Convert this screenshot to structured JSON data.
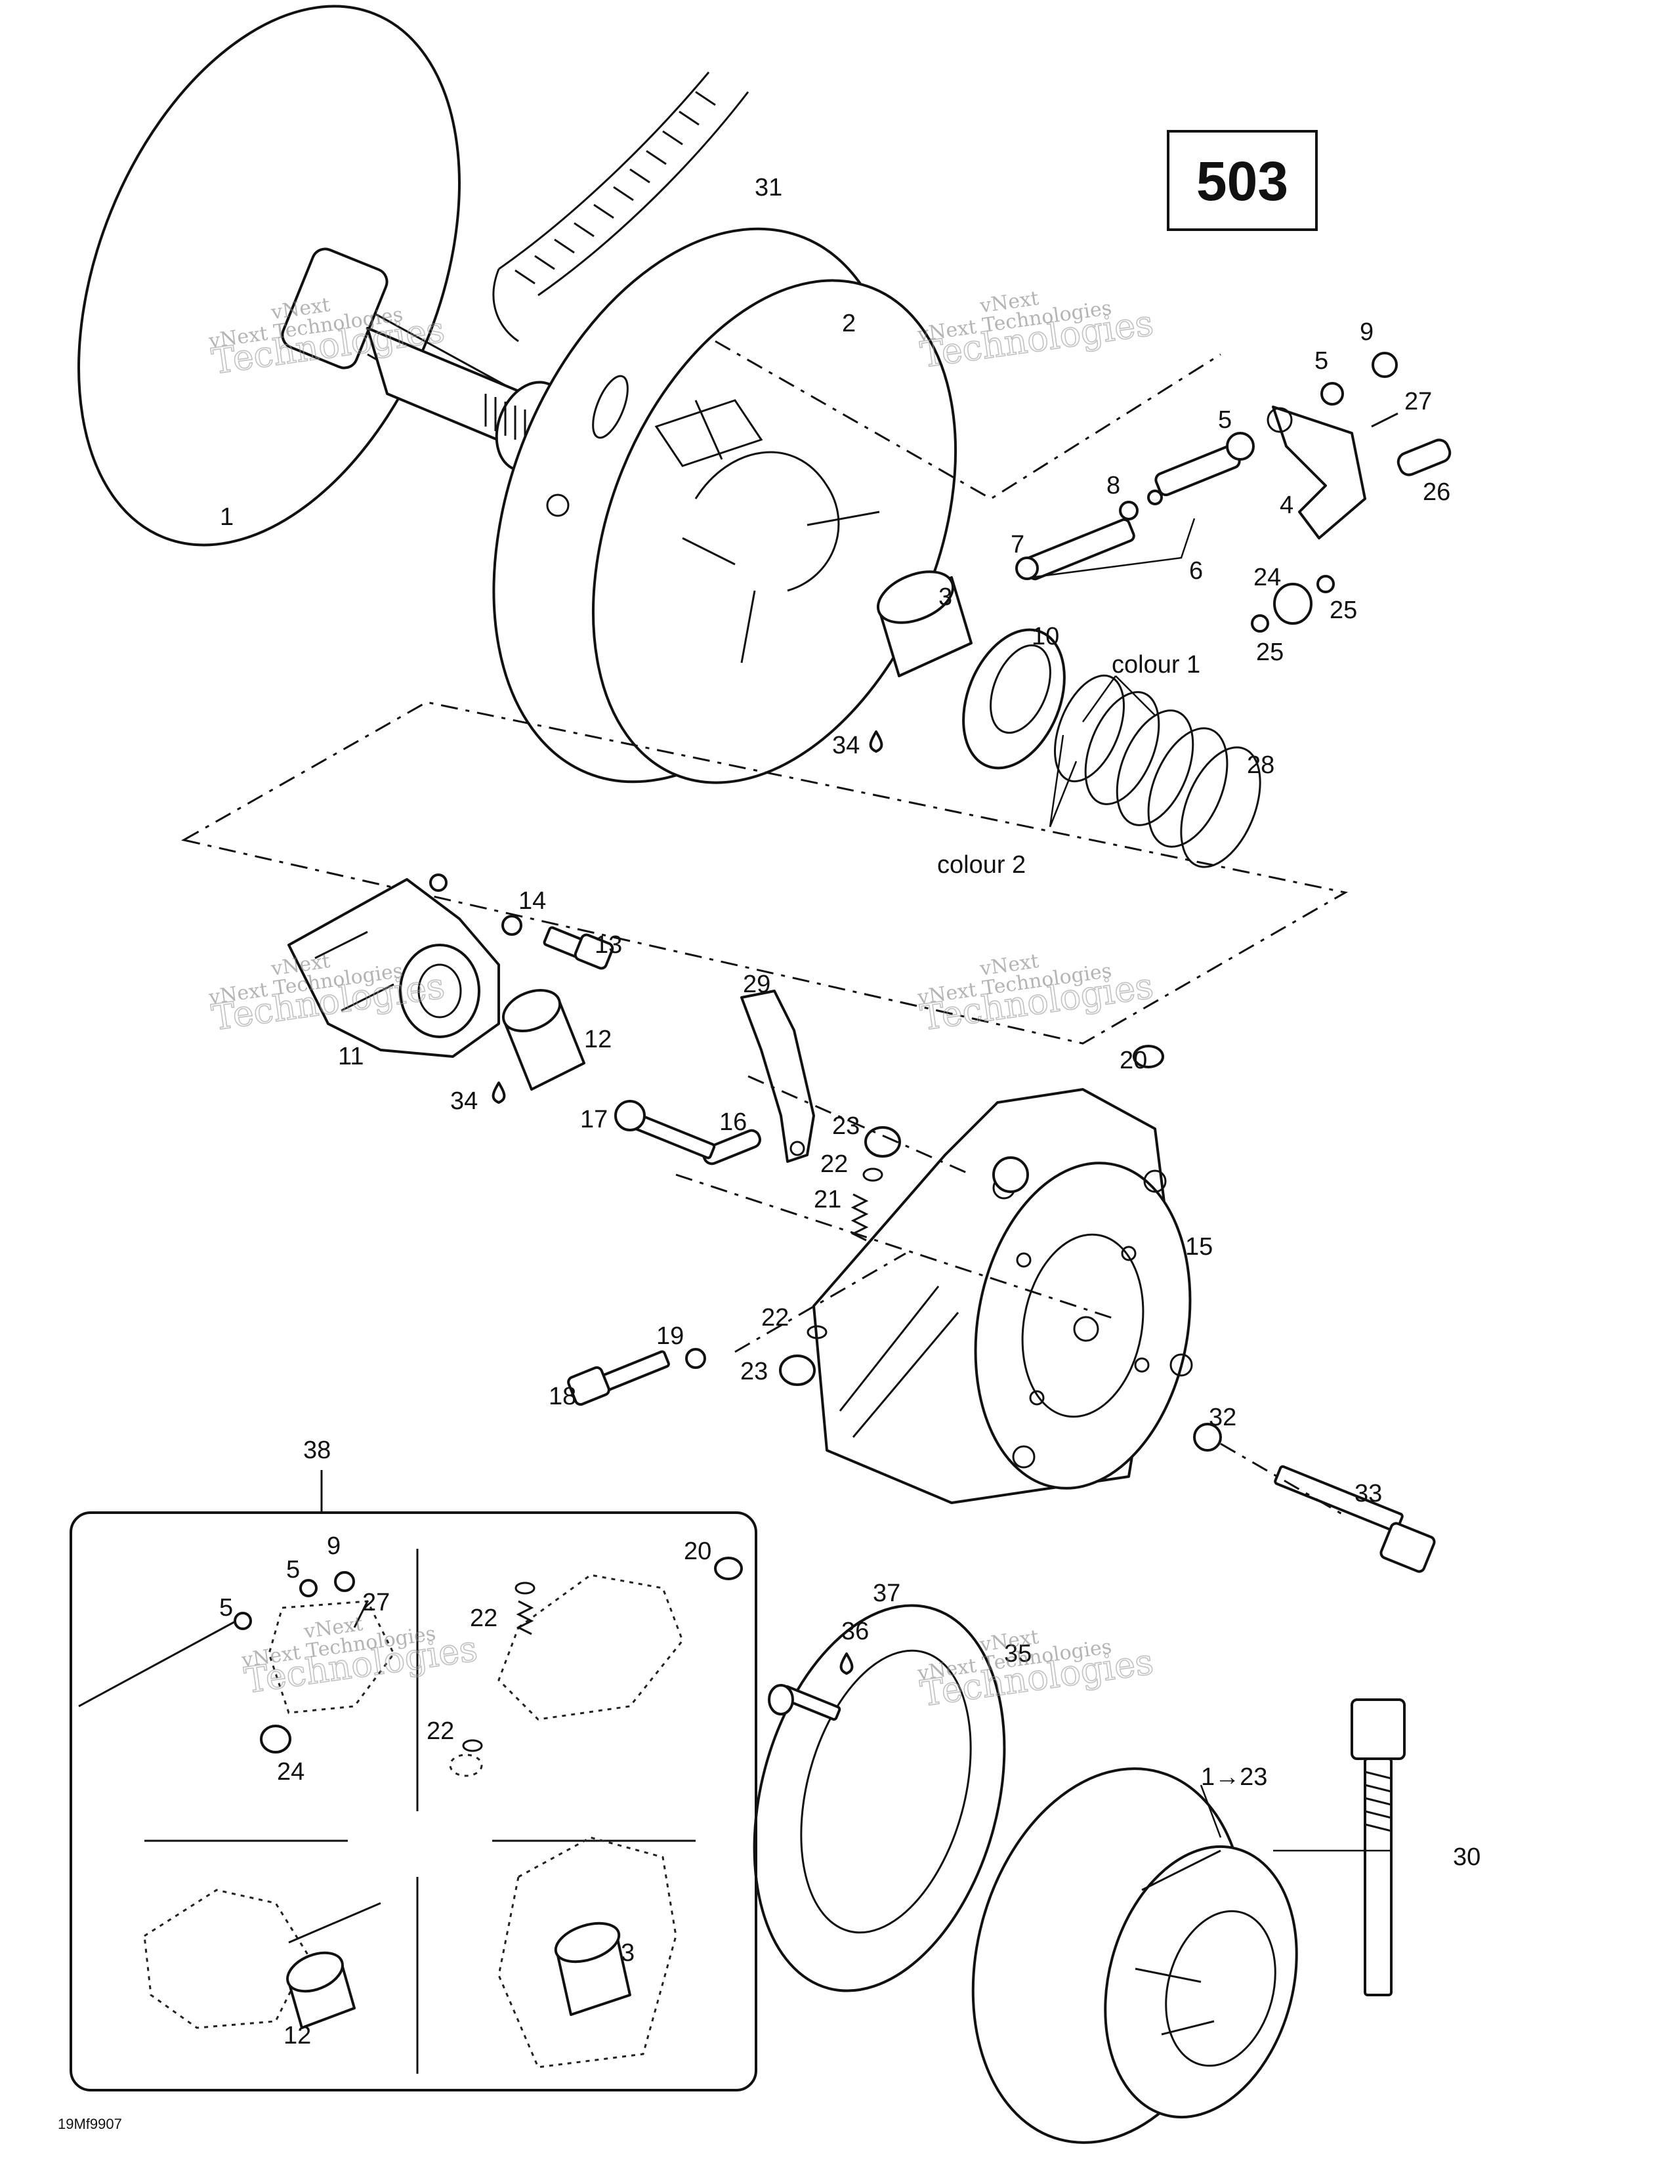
{
  "diagram_number": "503",
  "drawing_code": "19Mf9907",
  "callouts": [
    {
      "id": "c31",
      "text": "31"
    },
    {
      "id": "c1",
      "text": "1"
    },
    {
      "id": "c2",
      "text": "2"
    },
    {
      "id": "c9",
      "text": "9"
    },
    {
      "id": "c5a",
      "text": "5"
    },
    {
      "id": "c27",
      "text": "27"
    },
    {
      "id": "c5b",
      "text": "5"
    },
    {
      "id": "c8",
      "text": "8"
    },
    {
      "id": "c26",
      "text": "26"
    },
    {
      "id": "c4",
      "text": "4"
    },
    {
      "id": "c7",
      "text": "7"
    },
    {
      "id": "c6",
      "text": "6"
    },
    {
      "id": "c24",
      "text": "24"
    },
    {
      "id": "c25a",
      "text": "25"
    },
    {
      "id": "c25b",
      "text": "25"
    },
    {
      "id": "c3",
      "text": "3"
    },
    {
      "id": "c10",
      "text": "10"
    },
    {
      "id": "c34a",
      "text": "34"
    },
    {
      "id": "c28",
      "text": "28"
    },
    {
      "id": "c14",
      "text": "14"
    },
    {
      "id": "c13",
      "text": "13"
    },
    {
      "id": "c29",
      "text": "29"
    },
    {
      "id": "c12",
      "text": "12"
    },
    {
      "id": "c11",
      "text": "11"
    },
    {
      "id": "c34b",
      "text": "34"
    },
    {
      "id": "c20",
      "text": "20"
    },
    {
      "id": "c17",
      "text": "17"
    },
    {
      "id": "c16",
      "text": "16"
    },
    {
      "id": "c23a",
      "text": "23"
    },
    {
      "id": "c22a",
      "text": "22"
    },
    {
      "id": "c21",
      "text": "21"
    },
    {
      "id": "c15",
      "text": "15"
    },
    {
      "id": "c22b",
      "text": "22"
    },
    {
      "id": "c19",
      "text": "19"
    },
    {
      "id": "c23b",
      "text": "23"
    },
    {
      "id": "c18",
      "text": "18"
    },
    {
      "id": "c32",
      "text": "32"
    },
    {
      "id": "c33",
      "text": "33"
    },
    {
      "id": "c38",
      "text": "38"
    },
    {
      "id": "c37",
      "text": "37"
    },
    {
      "id": "c36",
      "text": "36"
    },
    {
      "id": "c35",
      "text": "35"
    },
    {
      "id": "c1to23",
      "text": "1→23"
    },
    {
      "id": "c30",
      "text": "30"
    },
    {
      "id": "i9",
      "text": "9"
    },
    {
      "id": "i5a",
      "text": "5"
    },
    {
      "id": "i5b",
      "text": "5"
    },
    {
      "id": "i27",
      "text": "27"
    },
    {
      "id": "i24",
      "text": "24"
    },
    {
      "id": "i20",
      "text": "20"
    },
    {
      "id": "i22a",
      "text": "22"
    },
    {
      "id": "i22b",
      "text": "22"
    },
    {
      "id": "i3",
      "text": "3"
    },
    {
      "id": "i12",
      "text": "12"
    }
  ],
  "labels": {
    "colour1": "colour 1",
    "colour2": "colour 2"
  },
  "watermark": {
    "line1": "vNext",
    "line2": "vNext Technologies",
    "line3": "Technologies"
  }
}
